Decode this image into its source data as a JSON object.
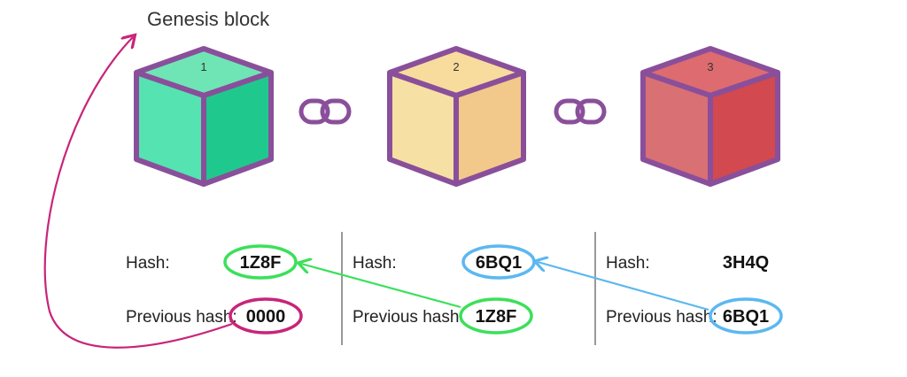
{
  "title": "Genesis block",
  "colors": {
    "outline": "#8a4f9a",
    "green": "#2fd39a",
    "yellow": "#f6d58e",
    "red": "#d7575f",
    "arrow_magenta": "#c8247a",
    "arrow_green": "#3be05a",
    "arrow_blue": "#5bb8f0"
  },
  "blocks": [
    {
      "number": "1",
      "hash_label": "Hash:",
      "hash": "1Z8F",
      "prev_label": "Previous hash:",
      "prev_hash": "0000"
    },
    {
      "number": "2",
      "hash_label": "Hash:",
      "hash": "6BQ1",
      "prev_label": "Previous hash:",
      "prev_hash": "1Z8F"
    },
    {
      "number": "3",
      "hash_label": "Hash:",
      "hash": "3H4Q",
      "prev_label": "Previous hash:",
      "prev_hash": "6BQ1"
    }
  ],
  "icons": [
    "chain-link-icon",
    "chain-link-icon"
  ]
}
